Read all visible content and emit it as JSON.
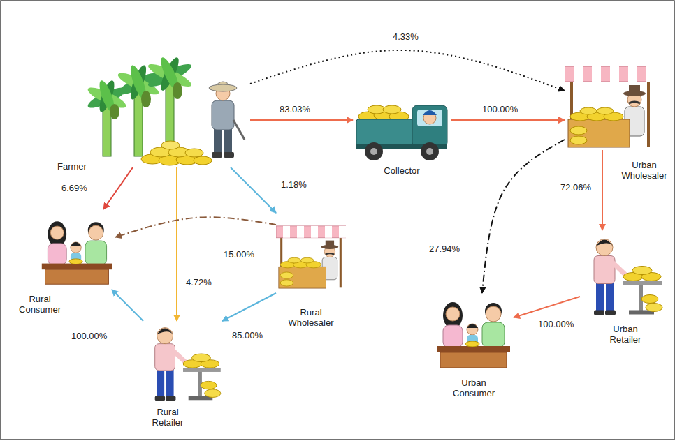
{
  "diagram": {
    "nodes": [
      {
        "text": [
          "Farmer"
        ]
      },
      {
        "text": [
          "Collector"
        ]
      },
      {
        "text": [
          "Urban Wholesaler"
        ]
      },
      {
        "text": [
          "Rural Consumer"
        ]
      },
      {
        "text": [
          "Rural Wholesaler"
        ]
      },
      {
        "text": [
          "Urban Retailer"
        ]
      },
      {
        "text": [
          "Rural Retailer"
        ]
      },
      {
        "text": [
          "Urban Consumer"
        ]
      }
    ],
    "edges": [
      {
        "from": 0,
        "to": 1,
        "label": "83.03%",
        "arrow": "to"
      },
      {
        "from": 1,
        "to": 2,
        "label": "100.00%",
        "arrow": "to"
      },
      {
        "from": 0,
        "to": 2,
        "label": "4.33%",
        "arrow": "to"
      },
      {
        "from": 0,
        "to": 3,
        "label": "6.69%",
        "arrow": "to"
      },
      {
        "from": 0,
        "to": 6,
        "label": "4.72%",
        "arrow": "to"
      },
      {
        "from": 0,
        "to": 4,
        "label": "1.18%",
        "arrow": "to"
      },
      {
        "from": 4,
        "to": 3,
        "label": "15.00%",
        "arrow": "to"
      },
      {
        "from": 4,
        "to": 6,
        "label": "85.00%",
        "arrow": "to"
      },
      {
        "from": 6,
        "to": 3,
        "label": "100.00%",
        "arrow": "to"
      },
      {
        "from": 2,
        "to": 5,
        "label": "72.06%",
        "arrow": "to"
      },
      {
        "from": 2,
        "to": 7,
        "label": "27.94%",
        "arrow": "to"
      },
      {
        "from": 5,
        "to": 7,
        "label": "100.00%",
        "arrow": "to"
      }
    ]
  }
}
